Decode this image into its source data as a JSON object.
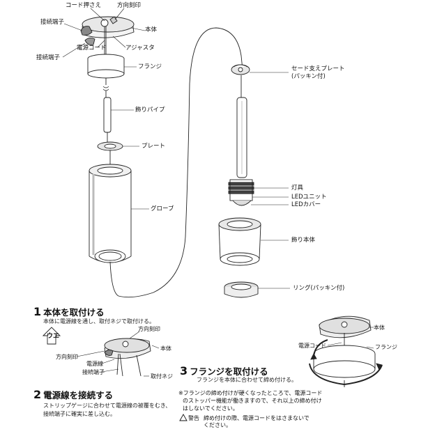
{
  "parts": {
    "cord_holder": "コード押さえ",
    "direction_mark": "方向刻印",
    "terminal_top": "接続端子",
    "body": "本体",
    "power_cord": "電源コード",
    "adjuster": "アジャスタ",
    "terminal_bottom": "接続端子",
    "flange": "フランジ",
    "decor_pipe": "飾りパイプ",
    "plate": "プレート",
    "globe": "グローブ",
    "cord_plate": "セード支えプレート",
    "cord_plate_sub": "(パッキン付)",
    "fixture": "灯具",
    "led_unit": "LEDユニット",
    "led_cover": "LEDカバー",
    "decor_body": "飾り本体",
    "ring": "リング(パッキン付)"
  },
  "steps": [
    {
      "num": "1",
      "title": "本体を取付ける",
      "desc": "本体に電源線を通し、取付ネジで取付ける。"
    },
    {
      "num": "2",
      "title": "電源線を接続する",
      "desc1": "ストリップゲージに合わせて電源線の被覆をむき、",
      "desc2": "接続端子に確実に差し込む。"
    },
    {
      "num": "3",
      "title": "フランジを取付ける",
      "desc": "フランジを本体に合わせて締め付ける。"
    }
  ],
  "step1_fig": {
    "arrow_char": "ウエ",
    "direction_mark": "方向刻印",
    "body": "本体",
    "direction_mark2": "方向刻印",
    "power_line": "電源線",
    "terminal": "接続端子",
    "screw": "取付ネジ"
  },
  "step3_fig": {
    "body": "本体",
    "power_cord": "電源コード",
    "flange": "フランジ"
  },
  "notes": {
    "note1_line1": "※フランジの締め付けが硬くなったところで、電源コード",
    "note1_line2": "のストッパー機能が働きますので、それ以上の締め付け",
    "note1_line3": "はしないでください。",
    "warning_label": "警告",
    "warning_line1": "締め付けの際、電源コードをはさまないで",
    "warning_line2": "ください。"
  }
}
